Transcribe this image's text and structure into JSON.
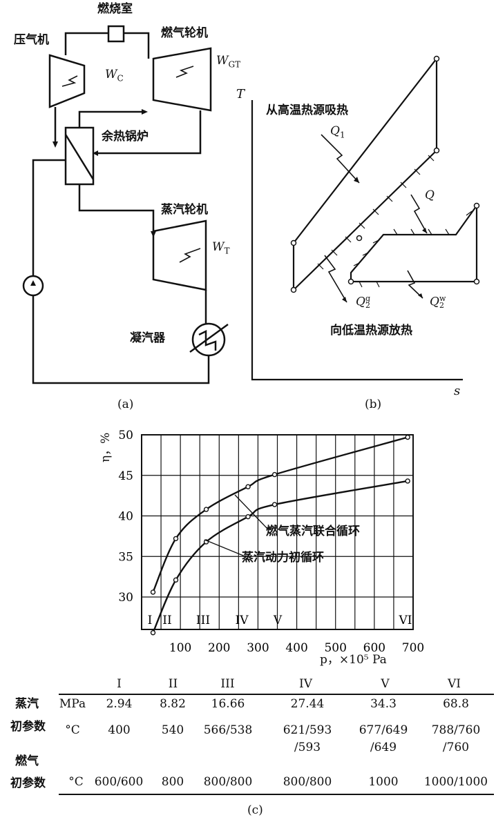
{
  "diagram_a": {
    "combustor": "燃烧室",
    "compressor": "压气机",
    "gas_turbine": "燃气轮机",
    "wc": "W",
    "wc_sub": "C",
    "wgt": "W",
    "wgt_sub": "GT",
    "hrsg": "余热锅炉",
    "steam_turbine": "蒸汽轮机",
    "wt": "W",
    "wt_sub": "T",
    "condenser": "凝汽器",
    "caption": "(a)"
  },
  "diagram_b": {
    "t_axis": "T",
    "s_axis": "s",
    "absorb_label": "从高温热源吸热",
    "q1": "Q",
    "q1_sub": "1",
    "q": "Q",
    "q2g": "Q",
    "q2g_sub": "2",
    "q2g_sup": "g",
    "q2w": "Q",
    "q2w_sub": "2",
    "q2w_sup": "w",
    "reject_label": "向低温热源放热",
    "caption": "(b)"
  },
  "chart_data": {
    "type": "line",
    "ylabel": "η，%",
    "xlabel": "p，×10⁵ Pa",
    "xlim": [
      0,
      700
    ],
    "ylim": [
      26,
      50
    ],
    "x_ticks": [
      "100",
      "200",
      "300",
      "400",
      "500",
      "600",
      "700"
    ],
    "y_ticks": [
      "30",
      "35",
      "40",
      "45",
      "50"
    ],
    "grid": true,
    "series": [
      {
        "name": "燃气蒸汽联合循环",
        "x": [
          29.4,
          88.2,
          166.6,
          274.4,
          343,
          686
        ],
        "y": [
          30.6,
          37.2,
          40.8,
          43.6,
          45.1,
          49.7
        ]
      },
      {
        "name": "蒸汽动力初循环",
        "x": [
          29.4,
          88.2,
          166.6,
          274.4,
          343,
          686
        ],
        "y": [
          25.6,
          32.1,
          36.8,
          39.9,
          41.4,
          44.3
        ]
      }
    ],
    "regions": [
      "I",
      "II",
      "III",
      "IV",
      "V",
      "VI"
    ],
    "caption": "(c)"
  },
  "table": {
    "columns": [
      "I",
      "II",
      "III",
      "IV",
      "V",
      "VI"
    ],
    "steam_label": [
      "蒸汽",
      "初参数"
    ],
    "gas_label": [
      "燃气",
      "初参数"
    ],
    "rows": [
      {
        "unit": "MPa",
        "values": [
          "2.94",
          "8.82",
          "16.66",
          "27.44",
          "34.3",
          "68.8"
        ]
      },
      {
        "unit": "°C",
        "values": [
          "400",
          "540",
          "566/538",
          "621/593",
          "677/649",
          "788/760"
        ]
      },
      {
        "unit": "",
        "values": [
          "",
          "",
          "",
          "/593",
          "/649",
          "/760"
        ]
      },
      {
        "unit": "°C",
        "values": [
          "600/600",
          "800",
          "800/800",
          "800/800",
          "1000",
          "1000/1000"
        ]
      }
    ]
  }
}
